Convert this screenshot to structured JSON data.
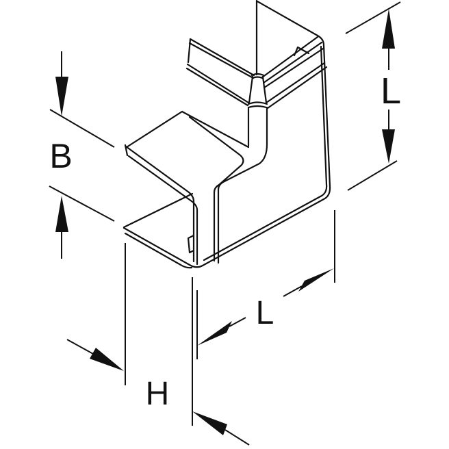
{
  "theme": {
    "background": "#ffffff",
    "line_color": "#111111"
  },
  "drawing": {
    "kind": "isometric technical line drawing",
    "subject": "trunking-inner-corner-piece"
  },
  "dimensions": {
    "width": {
      "label": "B"
    },
    "leg_vertical": {
      "label": "L"
    },
    "leg_bottom": {
      "label": "L"
    },
    "height": {
      "label": "H"
    }
  }
}
